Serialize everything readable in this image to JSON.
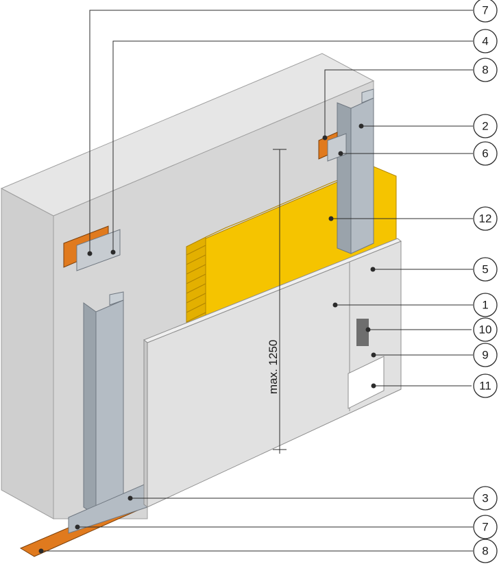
{
  "diagram": {
    "dimension_label": "max. 1250",
    "callouts": [
      {
        "id": "c-7-top",
        "label": "7"
      },
      {
        "id": "c-4",
        "label": "4"
      },
      {
        "id": "c-8-top",
        "label": "8"
      },
      {
        "id": "c-2",
        "label": "2"
      },
      {
        "id": "c-6",
        "label": "6"
      },
      {
        "id": "c-12",
        "label": "12"
      },
      {
        "id": "c-5",
        "label": "5"
      },
      {
        "id": "c-1",
        "label": "1"
      },
      {
        "id": "c-10",
        "label": "10"
      },
      {
        "id": "c-9",
        "label": "9"
      },
      {
        "id": "c-11",
        "label": "11"
      },
      {
        "id": "c-3",
        "label": "3"
      },
      {
        "id": "c-7-bottom",
        "label": "7"
      },
      {
        "id": "c-8-bottom",
        "label": "8"
      }
    ]
  },
  "colors": {
    "wall": "#d9d9d9",
    "wall_top": "#e6e6e6",
    "wall_side": "#bfbfbf",
    "insulation": "#f5c400",
    "insulation_dark": "#d9a800",
    "board": "#e1e1e1",
    "board_edge": "#c8c8c8",
    "stud": "#b4bcc4",
    "stud_dark": "#8c969f",
    "strip": "#e07a1e",
    "line": "#2b2b2b"
  }
}
